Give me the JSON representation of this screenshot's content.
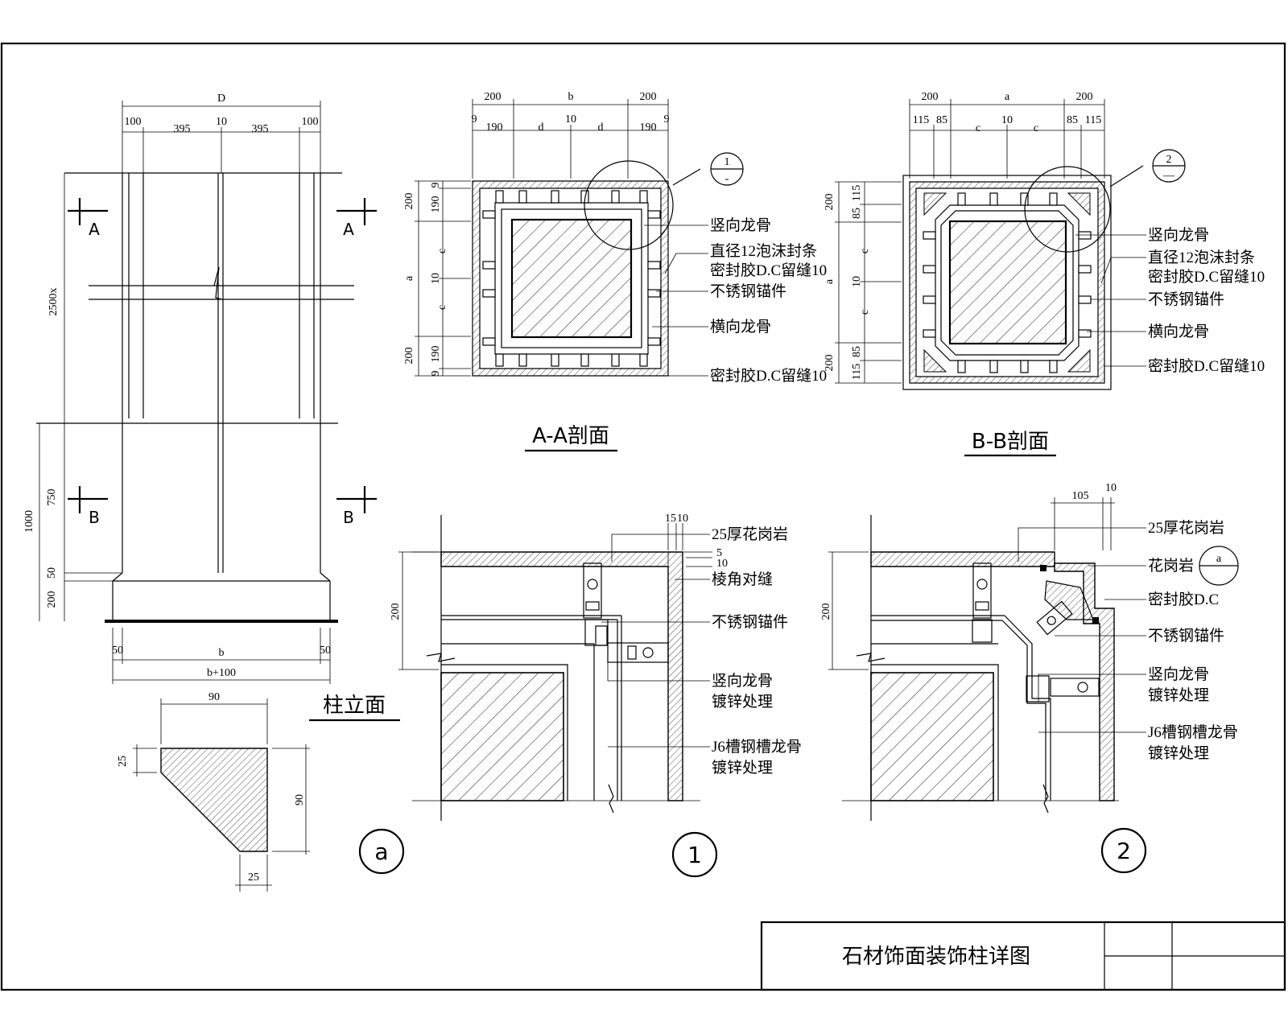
{
  "sheet_title": "石材饰面装饰柱详图",
  "elevation": {
    "title": "柱立面",
    "dim_top_total": "D",
    "dim_top": [
      "100",
      "395",
      "10",
      "395",
      "100"
    ],
    "dim_left_total": "2500x",
    "dim_left": [
      "1000",
      "750",
      "50",
      "200"
    ],
    "dim_bottom": [
      "50",
      "b",
      "50"
    ],
    "dim_bottom_total": "b+100",
    "section_marks": [
      "A",
      "A",
      "B",
      "B"
    ]
  },
  "section_aa": {
    "title": "A-A剖面",
    "dim_top": [
      "200",
      "b",
      "200"
    ],
    "dim_top2": [
      "9",
      "190",
      "d",
      "10",
      "d",
      "190",
      "9"
    ],
    "dim_left": [
      "200",
      "190",
      "a",
      "c",
      "10",
      "c",
      "200",
      "190",
      "9",
      "9"
    ],
    "callout_num": "1",
    "callout_den": "-",
    "labels": [
      "竖向龙骨",
      "直径12泡沫封条",
      "密封胶D.C留缝10",
      "不锈钢锚件",
      "横向龙骨",
      "密封胶D.C留缝10"
    ]
  },
  "section_bb": {
    "title": "B-B剖面",
    "dim_top": [
      "200",
      "a",
      "200"
    ],
    "dim_top2": [
      "115",
      "85",
      "c",
      "10",
      "c",
      "85",
      "115"
    ],
    "dim_left": [
      "200",
      "85",
      "115",
      "a",
      "c",
      "10",
      "c",
      "200",
      "115",
      "85"
    ],
    "callout_num": "2",
    "callout_den": "—",
    "labels": [
      "竖向龙骨",
      "直径12泡沫封条",
      "密封胶D.C留缝10",
      "不锈钢锚件",
      "横向龙骨",
      "密封胶D.C留缝10"
    ]
  },
  "detail_1": {
    "marker": "1",
    "dim_left": "200",
    "dim_top": [
      "15",
      "10"
    ],
    "dim_right": [
      "5",
      "10"
    ],
    "labels": [
      "25厚花岗岩",
      "棱角对缝",
      "不锈钢锚件",
      "竖向龙骨",
      "镀锌处理",
      "J6槽钢槽龙骨",
      "镀锌处理"
    ]
  },
  "detail_2": {
    "marker": "2",
    "dim_left": "200",
    "dim_top": [
      "105",
      "10"
    ],
    "labels": [
      "25厚花岗岩",
      "花岗岩",
      "密封胶D.C",
      "不锈钢锚件",
      "竖向龙骨",
      "镀锌处理",
      "J6槽钢槽龙骨",
      "镀锌处理"
    ],
    "ref_bubble": "a"
  },
  "detail_a": {
    "marker": "a",
    "dims": [
      "90",
      "25",
      "90",
      "25"
    ]
  }
}
